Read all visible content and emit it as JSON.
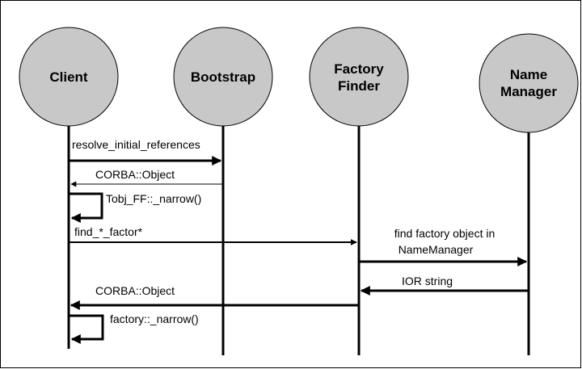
{
  "diagram": {
    "actors": [
      {
        "id": "client",
        "lines": [
          "Client"
        ]
      },
      {
        "id": "bootstrap",
        "lines": [
          "Bootstrap"
        ]
      },
      {
        "id": "factory-finder",
        "lines": [
          "Factory",
          "Finder"
        ]
      },
      {
        "id": "name-manager",
        "lines": [
          "Name",
          "Manager"
        ]
      }
    ],
    "messages": [
      {
        "id": "resolve",
        "label": "resolve_initial_references"
      },
      {
        "id": "corba-object-1",
        "label": "CORBA::Object"
      },
      {
        "id": "tobj-narrow",
        "label": "Tobj_FF::_narrow()"
      },
      {
        "id": "find-factor",
        "label": "find_*_factor*"
      },
      {
        "id": "find-factory-obj",
        "lines": [
          "find factory object in",
          "NameManager"
        ]
      },
      {
        "id": "ior-string",
        "label": "IOR string"
      },
      {
        "id": "corba-object-2",
        "label": "CORBA::Object"
      },
      {
        "id": "factory-narrow",
        "label": "factory::_narrow()"
      }
    ]
  }
}
